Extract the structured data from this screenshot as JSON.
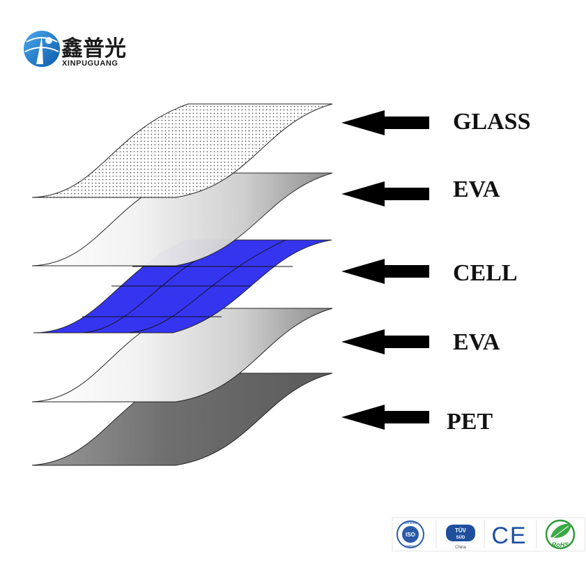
{
  "brand": {
    "name_cn": "鑫普光",
    "name_en": "XINPUGUANG",
    "accent_color": "#1e78c8"
  },
  "layers": [
    {
      "label": "GLASS",
      "fill": "dots"
    },
    {
      "label": "EVA",
      "fill": "light-gray-gradient"
    },
    {
      "label": "CELL",
      "fill": "#3535f0"
    },
    {
      "label": "EVA",
      "fill": "light-gray-gradient"
    },
    {
      "label": "PET",
      "fill": "dark-gray-gradient"
    }
  ],
  "arrow_icon": "arrow-left-icon",
  "certifications": [
    {
      "name": "iso-badge",
      "line1": "ISO",
      "line2": "CERTIFIED",
      "line3": "COMPANY"
    },
    {
      "name": "tuv-badge",
      "line1": "TÜV",
      "line2": "SÜD",
      "line3": "China"
    },
    {
      "name": "ce-mark",
      "line1": "CE"
    },
    {
      "name": "rohs-badge",
      "line1": "RoHS"
    }
  ]
}
